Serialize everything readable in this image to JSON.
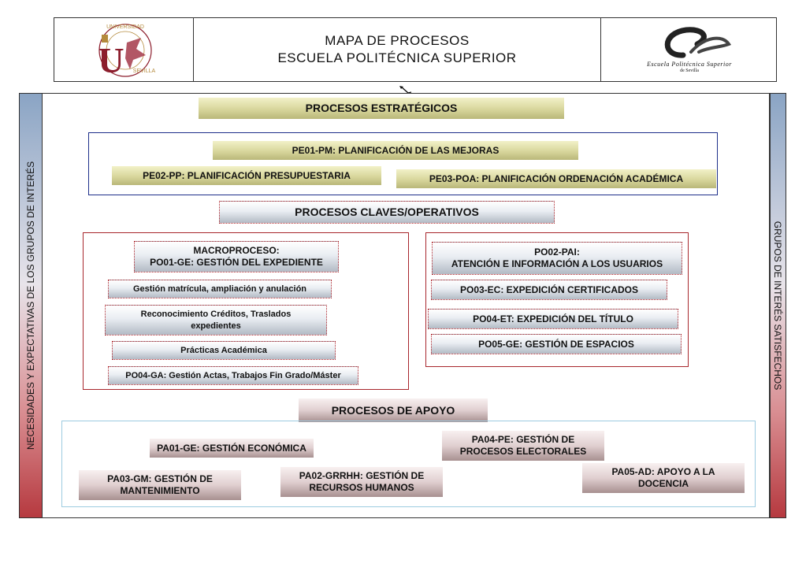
{
  "header": {
    "title_line1": "MAPA   DE   PROCESOS",
    "title_line2": "ESCUELA   POLITÉCNICA    SUPERIOR",
    "left_logo": {
      "seal_letter": "U",
      "ring_text": "UNIVERSIDAD DE SEVILLA",
      "color": "#8c1d2c"
    },
    "right_logo": {
      "text": "Escuela Politécnica Superior",
      "subtext": "de Sevilla"
    }
  },
  "sides": {
    "left": "NECESIDADES Y EXPECTATIVAS DE LOS GRUPOS DE INTERÉS",
    "right": "GRUPOS DE INTERÉS SATISFECHOS"
  },
  "strategic": {
    "heading": "PROCESOS ESTRATÉGICOS",
    "pe01": "PE01-PM: PLANIFICACIÓN  DE LAS MEJORAS",
    "pe02": "PE02-PP: PLANIFICACIÓN PRESUPUESTARIA",
    "pe03": "PE03-POA: PLANIFICACIÓN ORDENACIÓN ACADÉMICA"
  },
  "operational": {
    "heading": "PROCESOS CLAVES/OPERATIVOS",
    "macro_line1": "MACROPROCESO:",
    "macro_line2": "PO01-GE: GESTIÓN DEL EXPEDIENTE",
    "sub1": "Gestión  matrícula, ampliación y anulación",
    "sub2_line1": "Reconocimiento Créditos, Traslados",
    "sub2_line2": "expedientes",
    "sub3": "Prácticas Académica",
    "sub4": "PO04-GA: Gestión Actas, Trabajos Fin Grado/Máster",
    "po02_line1": "PO02-PAI:",
    "po02_line2": "ATENCIÓN E INFORMACIÓN A LOS  USUARIOS",
    "po03": "PO03-EC: EXPEDICIÓN CERTIFICADOS",
    "po04": "PO04-ET: EXPEDICIÓN DEL TÍTULO",
    "po05": "PO05-GE: GESTIÓN DE ESPACIOS"
  },
  "support": {
    "heading": "PROCESOS DE APOYO",
    "pa01": "PA01-GE: GESTIÓN ECONÓMICA",
    "pa04_line1": "PA04-PE: GESTIÓN DE",
    "pa04_line2": "PROCESOS ELECTORALES",
    "pa03_line1": "PA03-GM: GESTIÓN DE",
    "pa03_line2": "MANTENIMIENTO",
    "pa02_line1": "PA02-GRRHH: GESTIÓN DE",
    "pa02_line2": "RECURSOS HUMANOS",
    "pa05_line1": "PA05-AD: APOYO A LA",
    "pa05_line2": "DOCENCIA"
  }
}
